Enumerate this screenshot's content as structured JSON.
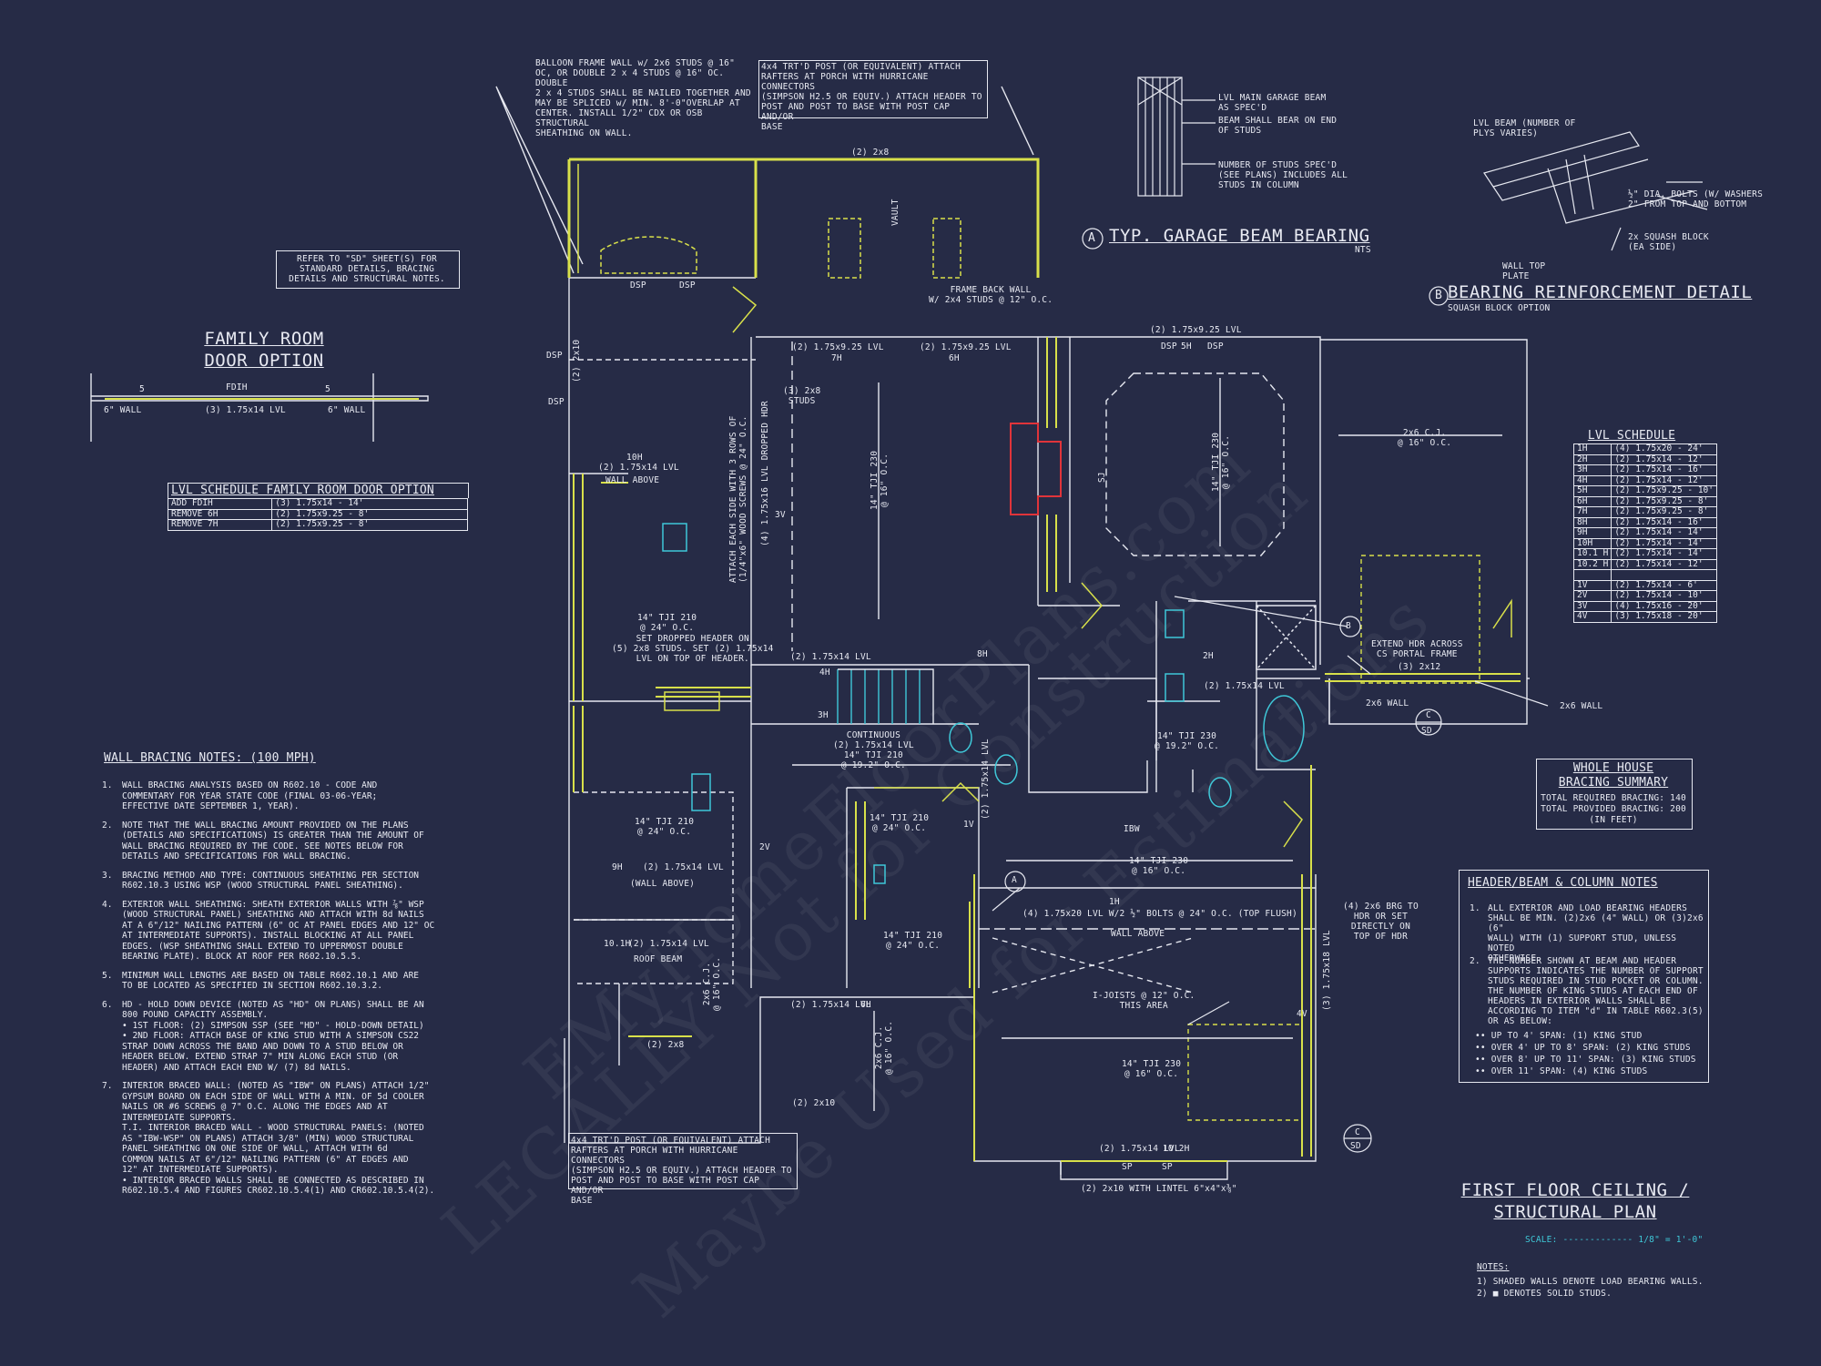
{
  "callouts": {
    "balloon_frame": "BALLOON FRAME WALL w/ 2x6 STUDS @ 16\"\nOC, OR DOUBLE 2 x 4 STUDS @ 16\" OC. DOUBLE\n2 x 4 STUDS SHALL BE NAILED TOGETHER AND\nMAY BE SPLICED w/ MIN. 8'-0\"OVERLAP AT\nCENTER. INSTALL 1/2\" CDX OR OSB STRUCTURAL\nSHEATHING ON WALL.",
    "post_top": "4x4 TRT'D POST (OR EQUIVALENT) ATTACH\nRAFTERS AT PORCH WITH HURRICANE CONNECTORS\n(SIMPSON H2.5 OR EQUIV.) ATTACH HEADER TO\nPOST AND POST TO BASE WITH POST CAP AND/OR\nBASE",
    "post_bottom": "4x4 TRT'D POST (OR EQUIVALENT) ATTACH\nRAFTERS AT PORCH WITH HURRICANE CONNECTORS\n(SIMPSON H2.5 OR EQUIV.) ATTACH HEADER TO\nPOST AND POST TO BASE WITH POST CAP AND/OR\nBASE",
    "refer_sd": "REFER TO \"SD\" SHEET(S) FOR\nSTANDARD DETAILS, BRACING\nDETAILS AND STRUCTURAL NOTES.",
    "garage_beam_lines": [
      "LVL MAIN GARAGE BEAM\nAS SPEC'D",
      "BEAM SHALL BEAR ON END\nOF STUDS",
      "NUMBER OF STUDS SPEC'D\n(SEE PLANS) INCLUDES ALL\nSTUDS IN COLUMN"
    ],
    "garage_beam_title": "TYP. GARAGE BEAM BEARING",
    "garage_beam_letter": "A",
    "garage_beam_nts": "NTS",
    "bearing_title": "BEARING REINFORCEMENT DETAIL",
    "bearing_letter": "B",
    "bearing_sub": "SQUASH BLOCK OPTION",
    "bearing_labels": [
      "LVL BEAM (NUMBER OF\nPLYS VARIES)",
      "½\" DIA. BOLTS (W/ WASHERS\n2\" FROM TOP AND BOTTOM",
      "2x SQUASH BLOCK\n(EA SIDE)",
      "WALL TOP\nPLATE"
    ]
  },
  "family_room": {
    "title_line1": "FAMILY ROOM",
    "title_line2": "DOOR OPTION",
    "lvl_label": "(3) 1.75x14 LVL",
    "wall_left": "6\" WALL",
    "wall_right": "6\" WALL",
    "tag": "FDIH",
    "num_left": "5",
    "num_right": "5",
    "schedule_title": "LVL SCHEDULE FAMILY ROOM DOOR OPTION",
    "schedule_rows": [
      [
        "ADD FDIH",
        "(3) 1.75x14 - 14'"
      ],
      [
        "REMOVE 6H",
        "(2) 1.75x9.25 - 8'"
      ],
      [
        "REMOVE 7H",
        "(2) 1.75x9.25 - 8'"
      ]
    ]
  },
  "lvl_schedule": {
    "title": "LVL SCHEDULE",
    "rows": [
      [
        "1H",
        "(4) 1.75x20 - 24'"
      ],
      [
        "2H",
        "(2) 1.75x14 - 12'"
      ],
      [
        "3H",
        "(2) 1.75x14 - 16'"
      ],
      [
        "4H",
        "(2) 1.75x14 - 12'"
      ],
      [
        "5H",
        "(2) 1.75x9.25 - 10'"
      ],
      [
        "6H",
        "(2) 1.75x9.25 - 8'"
      ],
      [
        "7H",
        "(2) 1.75x9.25 - 8'"
      ],
      [
        "8H",
        "(2) 1.75x14 - 16'"
      ],
      [
        "9H",
        "(2) 1.75x14 - 14'"
      ],
      [
        "10H",
        "(2) 1.75x14 - 14'"
      ],
      [
        "10.1 H",
        "(2) 1.75x14 - 14'"
      ],
      [
        "10.2 H",
        "(2) 1.75x14 - 12'"
      ],
      [
        "",
        ""
      ],
      [
        "1V",
        "(2) 1.75x14 - 6'"
      ],
      [
        "2V",
        "(2) 1.75x14 - 10'"
      ],
      [
        "3V",
        "(4) 1.75x16 - 20'"
      ],
      [
        "4V",
        "(3) 1.75x18 - 20'"
      ]
    ]
  },
  "bracing_summary": {
    "title_line1": "WHOLE HOUSE",
    "title_line2": "BRACING SUMMARY",
    "required": "TOTAL REQUIRED BRACING: 140",
    "provided": "TOTAL PROVIDED BRACING: 200",
    "unit": "(IN FEET)"
  },
  "header_notes": {
    "title": "HEADER/BEAM & COLUMN NOTES",
    "note1_num": "1.",
    "note1": "ALL EXTERIOR AND LOAD BEARING HEADERS\nSHALL BE MIN. (2)2x6 (4\" WALL) OR (3)2x6 (6\"\nWALL) WITH (1) SUPPORT STUD, UNLESS NOTED\nOTHERWISE.",
    "note2_num": "2.",
    "note2": "THE NUMBER SHOWN AT BEAM AND HEADER\nSUPPORTS INDICATES THE NUMBER OF SUPPORT\nSTUDS REQUIRED IN STUD POCKET OR COLUMN.\nTHE NUMBER OF KING STUDS AT EACH END OF\nHEADERS IN EXTERIOR WALLS SHALL BE\nACCORDING TO ITEM \"d\" IN TABLE R602.3(5)\nOR AS BELOW:",
    "bullets": [
      "UP TO 4' SPAN: (1) KING STUD",
      "OVER 4' UP TO 8' SPAN: (2) KING STUDS",
      "OVER 8' UP TO 11' SPAN: (3) KING STUDS",
      "OVER 11' SPAN: (4) KING STUDS"
    ]
  },
  "bracing_notes": {
    "title": "WALL BRACING NOTES: (100 MPH)",
    "items": [
      {
        "num": "1.",
        "text": "WALL BRACING ANALYSIS BASED ON R602.10 - CODE AND\nCOMMENTARY FOR YEAR STATE CODE (FINAL 03-06-YEAR;\nEFFECTIVE DATE SEPTEMBER 1, YEAR)."
      },
      {
        "num": "2.",
        "text": "NOTE THAT THE WALL BRACING AMOUNT PROVIDED ON THE PLANS\n(DETAILS AND SPECIFICATIONS) IS GREATER THAN THE AMOUNT OF\nWALL BRACING REQUIRED BY THE CODE. SEE NOTES BELOW FOR\nDETAILS AND SPECIFICATIONS FOR WALL BRACING."
      },
      {
        "num": "3.",
        "text": "BRACING METHOD AND TYPE: CONTINUOUS SHEATHING PER SECTION\nR602.10.3 USING WSP (WOOD STRUCTURAL PANEL SHEATHING)."
      },
      {
        "num": "4.",
        "text": "EXTERIOR WALL SHEATHING: SHEATH EXTERIOR WALLS WITH ⅞\" WSP\n(WOOD STRUCTURAL PANEL) SHEATHING AND ATTACH WITH 8d NAILS\nAT A 6\"/12\" NAILING PATTERN (6\" OC AT PANEL EDGES AND 12\" OC\nAT INTERMEDIATE SUPPORTS). INSTALL BLOCKING AT ALL PANEL\nEDGES. (WSP SHEATHING SHALL EXTEND TO UPPERMOST DOUBLE\nBEARING PLATE). BLOCK AT ROOF PER R602.10.5.5."
      },
      {
        "num": "5.",
        "text": "MINIMUM WALL LENGTHS ARE BASED ON TABLE R602.10.1 AND ARE\nTO BE LOCATED AS SPECIFIED IN SECTION R602.10.3.2."
      },
      {
        "num": "6.",
        "text": "HD - HOLD DOWN DEVICE (NOTED AS \"HD\" ON PLANS) SHALL BE AN\n800 POUND CAPACITY ASSEMBLY.\n•  1ST FLOOR: (2) SIMPSON SSP (SEE \"HD\" - HOLD-DOWN DETAIL)\n•  2ND FLOOR: ATTACH BASE OF KING STUD WITH A SIMPSON CS22\nSTRAP DOWN ACROSS THE BAND AND DOWN TO A STUD BELOW OR\nHEADER BELOW.  EXTEND STRAP 7\" MIN ALONG EACH STUD (OR\nHEADER) AND ATTACH EACH END W/ (7) 8d NAILS."
      },
      {
        "num": "7.",
        "text": "INTERIOR BRACED WALL: (NOTED AS \"IBW\" ON PLANS) ATTACH 1/2\"\nGYPSUM BOARD ON EACH SIDE OF WALL WITH A MIN. OF 5d COOLER\nNAILS OR #6 SCREWS @ 7\" O.C. ALONG THE EDGES AND AT\nINTERMEDIATE SUPPORTS.\nT.I.    INTERIOR BRACED WALL - WOOD STRUCTURAL PANELS: (NOTED\nAS \"IBW-WSP\" ON PLANS) ATTACH 3/8\" (MIN) WOOD STRUCTURAL\nPANEL SHEATHING ON ONE SIDE OF WALL, ATTACH WITH 6d\nCOMMON NAILS AT 6\"/12\" NAILING PATTERN (6\" AT EDGES AND\n12\" AT INTERMEDIATE SUPPORTS).\n•  INTERIOR BRACED WALLS SHALL BE CONNECTED AS DESCRIBED IN\nR602.10.5.4 AND FIGURES CR602.10.5.4(1) AND CR602.10.5.4(2)."
      }
    ]
  },
  "title_block": {
    "line1": "FIRST FLOOR CEILING /",
    "line2": "STRUCTURAL PLAN",
    "scale_label": "SCALE:",
    "scale_value": "1/8\" = 1'-0\"",
    "notes_title": "NOTES:",
    "notes": [
      "1) SHADED WALLS DENOTE LOAD BEARING WALLS.",
      "2) ■  DENOTES SOLID STUDS."
    ]
  },
  "plan_labels": [
    {
      "id": "2x8-top",
      "text": "(2) 2x8"
    },
    {
      "id": "vault",
      "text": "VAULT"
    },
    {
      "id": "frame-back",
      "text": "FRAME BACK WALL\nW/ 2x4 STUDS @ 12\" O.C."
    },
    {
      "id": "dsp-1",
      "text": "DSP"
    },
    {
      "id": "dsp-2",
      "text": "DSP"
    },
    {
      "id": "dsp-3",
      "text": "DSP"
    },
    {
      "id": "dsp-4",
      "text": "DSP"
    },
    {
      "id": "lvl-925-a",
      "text": "(2) 1.75x9.25 LVL"
    },
    {
      "id": "tag-7h",
      "text": "7H"
    },
    {
      "id": "lvl-925-b",
      "text": "(2) 1.75x9.25 LVL"
    },
    {
      "id": "tag-6h",
      "text": "6H"
    },
    {
      "id": "lvl-925-c",
      "text": "(2) 1.75x9.25 LVL"
    },
    {
      "id": "dsp-5",
      "text": "DSP"
    },
    {
      "id": "tag-5h",
      "text": "5H"
    },
    {
      "id": "dsp-6",
      "text": "DSP"
    },
    {
      "id": "2x10-left",
      "text": "(2) 2x10"
    },
    {
      "id": "2x8-studs",
      "text": "(3) 2x8\nSTUDS"
    },
    {
      "id": "lvl-14-a",
      "text": "(2) 1.75x14 LVL"
    },
    {
      "id": "tag-10h",
      "text": "10H"
    },
    {
      "id": "wall-above-1",
      "text": "WALL ABOVE"
    },
    {
      "id": "attach-note",
      "text": "ATTACH EACH SIDE WITH 3 ROWS OF\n(1/4\"x6\" WOOD SCREWS @ 24\" O.C."
    },
    {
      "id": "dropped-hdr",
      "text": "(4) 1.75x16 LVL DROPPED HDR"
    },
    {
      "id": "tag-3v",
      "text": "3V"
    },
    {
      "id": "tji-family",
      "text": "14\" TJI 230\n@ 16\" O.C."
    },
    {
      "id": "tji-kitchen",
      "text": "14\" TJI 210\n@ 24\" O.C."
    },
    {
      "id": "set-dropped",
      "text": "SET DROPPED HEADER ON\n(5) 2x8 STUDS. SET (2) 1.75x14\nLVL ON TOP OF HEADER."
    },
    {
      "id": "lvl-14-b",
      "text": "(2) 1.75x14 LVL"
    },
    {
      "id": "tag-4h",
      "text": "4H"
    },
    {
      "id": "tag-8h",
      "text": "8H"
    },
    {
      "id": "tag-3h",
      "text": "3H"
    },
    {
      "id": "continuous",
      "text": "CONTINUOUS\n(2) 1.75x14 LVL\n14\" TJI 210\n@ 19.2\" O.C."
    },
    {
      "id": "cj-garage",
      "text": "2x6 C.J.\n@ 16\" O.C."
    },
    {
      "id": "tji-master",
      "text": "14\" TJI 230\n@ 16\" O.C."
    },
    {
      "id": "sj",
      "text": "SJ"
    },
    {
      "id": "tag-2h",
      "text": "2H"
    },
    {
      "id": "lvl-14-c",
      "text": "(2) 1.75x14 LVL"
    },
    {
      "id": "extend-hdr",
      "text": "EXTEND HDR ACROSS\nCS PORTAL FRAME"
    },
    {
      "id": "2x12",
      "text": "(3) 2x12"
    },
    {
      "id": "2x6-wall-a",
      "text": "2x6 WALL"
    },
    {
      "id": "2x6-wall-b",
      "text": "2x6 WALL"
    },
    {
      "id": "tag-c",
      "text": "C"
    },
    {
      "id": "tag-sd",
      "text": "SD"
    },
    {
      "id": "tag-b",
      "text": "B"
    },
    {
      "id": "tji-bath",
      "text": "14\" TJI 230\n@ 19.2\" O.C."
    },
    {
      "id": "tag-ibw",
      "text": "IBW"
    },
    {
      "id": "tji-dining",
      "text": "14\" TJI 210\n@ 24\" O.C."
    },
    {
      "id": "lvl-14-9h",
      "text": "(2) 1.75x14 LVL"
    },
    {
      "id": "tag-9h",
      "text": "9H"
    },
    {
      "id": "wall-above-2",
      "text": "(WALL ABOVE)"
    },
    {
      "id": "lvl-14-101",
      "text": "(2) 1.75x14 LVL"
    },
    {
      "id": "tag-101",
      "text": "10.1H"
    },
    {
      "id": "roof-beam",
      "text": "ROOF BEAM"
    },
    {
      "id": "cj-dining",
      "text": "2x6 C.J.\n@ 16\" O.C."
    },
    {
      "id": "2x8-bottom",
      "text": "(2) 2x8"
    },
    {
      "id": "2x10-bottom",
      "text": "(2) 2x10"
    },
    {
      "id": "tji-hall",
      "text": "14\" TJI 210\n@ 24\" O.C."
    },
    {
      "id": "tji-laundry",
      "text": "14\" TJI 210\n@ 24\" O.C."
    },
    {
      "id": "lvl-14-lower",
      "text": "(2) 1.75x14 LVL"
    },
    {
      "id": "tag-6h-b",
      "text": "6H"
    },
    {
      "id": "cj-porch",
      "text": "2x6 C.J.\n@ 16\" O.C."
    },
    {
      "id": "lvl-14-vert",
      "text": "(2) 1.75x14 LVL"
    },
    {
      "id": "tag-1v",
      "text": "1V"
    },
    {
      "id": "tag-2v",
      "text": "2V"
    },
    {
      "id": "tji-garage",
      "text": "14\" TJI 230\n@ 16\" O.C."
    },
    {
      "id": "tag-1h",
      "text": "1H"
    },
    {
      "id": "lvl-20",
      "text": "(4) 1.75x20 LVL W/2 ½\" BOLTS @ 24\" O.C. (TOP FLUSH)"
    },
    {
      "id": "wall-above-3",
      "text": "WALL ABOVE"
    },
    {
      "id": "brg-note",
      "text": "(4) 2x6 BRG TO\nHDR OR SET\nDIRECTLY ON\nTOP OF HDR"
    },
    {
      "id": "i-joists",
      "text": "I-JOISTS @ 12\" O.C.\nTHIS AREA"
    },
    {
      "id": "tji-garage-b",
      "text": "14\" TJI 230\n@ 16\" O.C."
    },
    {
      "id": "lvl-18-vert",
      "text": "(3) 1.75x18 LVL"
    },
    {
      "id": "tag-4v",
      "text": "4V"
    },
    {
      "id": "lvl-14-bottom",
      "text": "(2) 1.75x14 LVL"
    },
    {
      "id": "tag-102",
      "text": "10.2H"
    },
    {
      "id": "2x10-lintel",
      "text": "(2) 2x10 WITH LINTEL 6\"x4\"x⅜\""
    },
    {
      "id": "sp-1",
      "text": "SP"
    },
    {
      "id": "sp-2",
      "text": "SP"
    },
    {
      "id": "tag-a",
      "text": "A"
    },
    {
      "id": "tag-c2",
      "text": "C"
    },
    {
      "id": "tag-sd2",
      "text": "SD"
    },
    {
      "id": "tag-c3",
      "text": "C"
    },
    {
      "id": "tag-sd3",
      "text": "SD"
    }
  ],
  "watermark": [
    "EMyHomeFloorPlans.com",
    "LEGALLY Not for Construction",
    "Maybe Used for Estimations"
  ],
  "colors": {
    "background": "#262b46",
    "linework": "#e6e8f0",
    "structural": "#d8e04a",
    "fixtures": "#3fc8d8",
    "fireplace": "#e0343a",
    "scale": "#3fc8d8"
  }
}
